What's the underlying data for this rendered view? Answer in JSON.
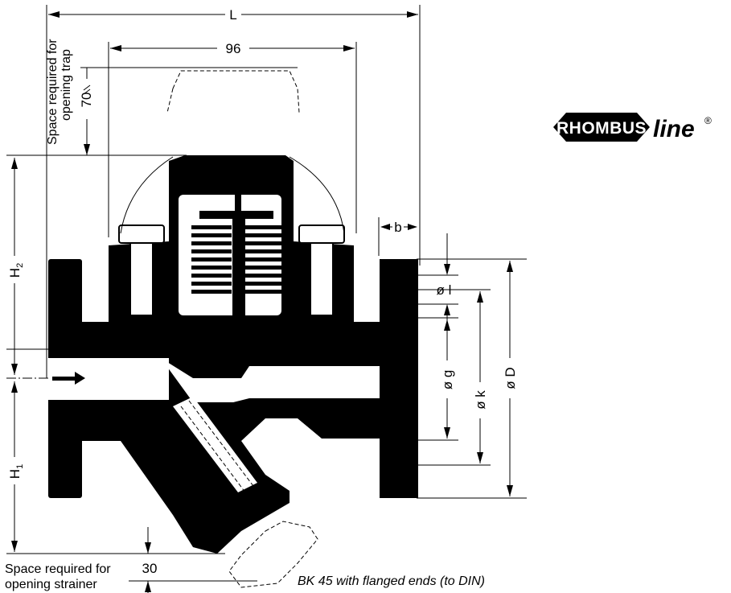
{
  "dimensions": {
    "L": "L",
    "d96": "96",
    "clear70": "70",
    "b": "b",
    "phi_l": "ø l",
    "phi_g": "ø g",
    "phi_k": "ø k",
    "phi_D": "ø D",
    "H2_main": "H",
    "H2_sub": "2",
    "H1_main": "H",
    "H1_sub": "1",
    "d30": "30"
  },
  "notes": {
    "trap_line1": "Space required for",
    "trap_line2": "opening trap",
    "strainer_line1": "Space required for",
    "strainer_line2": "opening strainer"
  },
  "caption": "BK 45 with flanged ends (to DIN)",
  "logo": {
    "word": "RHOMBUS",
    "suffix": "line",
    "mark": "®"
  }
}
